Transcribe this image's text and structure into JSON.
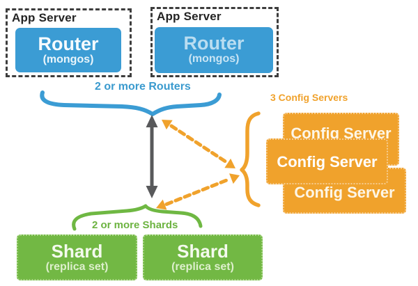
{
  "app_servers": [
    {
      "label": "App Server",
      "router": {
        "title": "Router",
        "subtitle": "(mongos)"
      }
    },
    {
      "label": "App Server",
      "router": {
        "title": "Router",
        "subtitle": "(mongos)"
      }
    }
  ],
  "labels": {
    "routers": "2 or more Routers",
    "configs": "3 Config Servers",
    "shards": "2 or more Shards"
  },
  "config_servers": [
    "Config Server",
    "Config Server",
    "Config Server"
  ],
  "shards": [
    {
      "title": "Shard",
      "subtitle": "(replica set)"
    },
    {
      "title": "Shard",
      "subtitle": "(replica set)"
    }
  ],
  "colors": {
    "blue": "#3b9cd4",
    "orange": "#f0a22c",
    "green": "#72b844",
    "gray": "#58595b"
  }
}
